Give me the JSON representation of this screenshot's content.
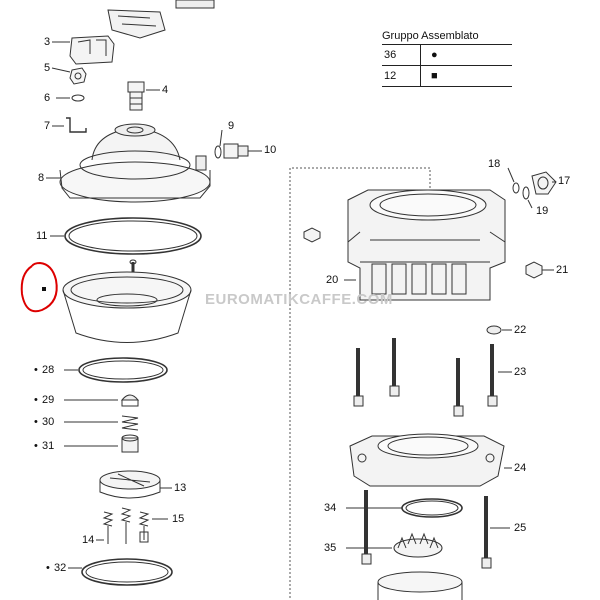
{
  "legend": {
    "header": "Gruppo Assemblato",
    "rows": [
      {
        "qty": "36",
        "symbol": "●"
      },
      {
        "qty": "12",
        "symbol": "■"
      }
    ]
  },
  "watermark": "EUROMATIKCAFFE.COM",
  "callouts": {
    "n3": "3",
    "n4": "4",
    "n5": "5",
    "n6": "6",
    "n7": "7",
    "n8": "8",
    "n9": "9",
    "n10": "10",
    "n11": "11",
    "n13": "13",
    "n14": "14",
    "n15": "15",
    "n17": "17",
    "n18": "18",
    "n19": "19",
    "n20": "20",
    "n21": "21",
    "n22": "22",
    "n23": "23",
    "n24": "24",
    "n25": "25",
    "n28": "28",
    "n29": "29",
    "n30": "30",
    "n31": "31",
    "n32": "32",
    "n34": "34",
    "n35": "35"
  },
  "markers": {
    "dot": "•"
  }
}
